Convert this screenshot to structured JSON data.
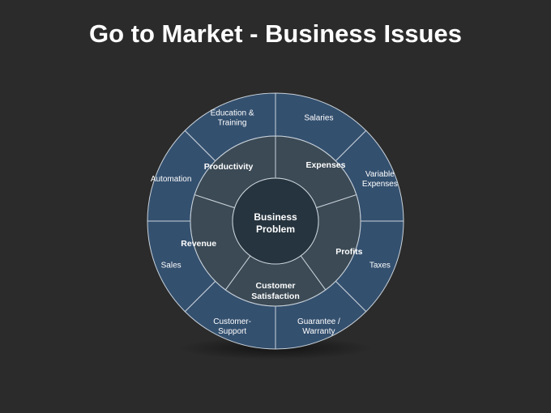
{
  "slide": {
    "title": "Go to Market - Business Issues"
  },
  "colors": {
    "background": "#2b2b2b",
    "outer_ring": "#34506f",
    "middle_ring": "#3b4a55",
    "core": "#26343f",
    "stroke": "#c9d2da"
  },
  "diagram": {
    "core": {
      "lines": [
        "Business",
        "Problem"
      ]
    },
    "middle": [
      {
        "lines": [
          "Productivity"
        ]
      },
      {
        "lines": [
          "Expenses"
        ]
      },
      {
        "lines": [
          "Profits"
        ]
      },
      {
        "lines": [
          "Customer",
          "Satisfaction"
        ]
      },
      {
        "lines": [
          "Revenue"
        ]
      }
    ],
    "outer": [
      {
        "lines": [
          "Salaries"
        ]
      },
      {
        "lines": [
          "Variable",
          "Expenses"
        ]
      },
      {
        "lines": [
          "Taxes"
        ]
      },
      {
        "lines": [
          "Guarantee /",
          "Warranty"
        ]
      },
      {
        "lines": [
          "Customer-",
          "Support"
        ]
      },
      {
        "lines": [
          "Sales"
        ]
      },
      {
        "lines": [
          "Automation"
        ]
      },
      {
        "lines": [
          "Education &",
          "Training"
        ]
      }
    ]
  }
}
